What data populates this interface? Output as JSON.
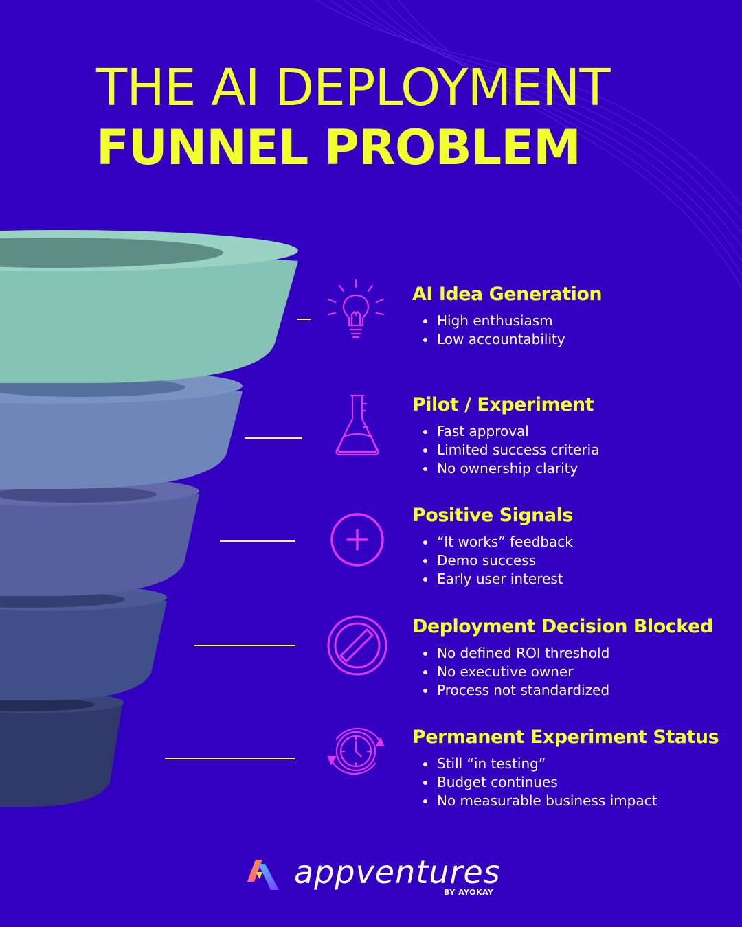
{
  "title": {
    "line1": "THE AI DEPLOYMENT",
    "line2": "FUNNEL PROBLEM"
  },
  "colors": {
    "background": "#3300c2",
    "title": "#f4ff2e",
    "icon": "#e236f5",
    "funnel_levels": [
      "#85c4b4",
      "#6e87b8",
      "#585fa0",
      "#3e4f8a",
      "#2f3868"
    ]
  },
  "stages": [
    {
      "title": "AI Idea Generation",
      "icon": "lightbulb-icon",
      "bullets": [
        "High enthusiasm",
        "Low accountability"
      ]
    },
    {
      "title": "Pilot / Experiment",
      "icon": "flask-icon",
      "bullets": [
        "Fast approval",
        "Limited success criteria",
        "No ownership clarity"
      ]
    },
    {
      "title": "Positive Signals",
      "icon": "plus-circle-icon",
      "bullets": [
        "“It works” feedback",
        "Demo success",
        "Early user interest"
      ]
    },
    {
      "title": "Deployment Decision Blocked",
      "icon": "blocked-icon",
      "bullets": [
        "No defined ROI threshold",
        "No executive owner",
        "Process not standardized"
      ]
    },
    {
      "title": "Permanent Experiment Status",
      "icon": "cycle-clock-icon",
      "bullets": [
        "Still “in testing”",
        "Budget continues",
        "No measurable business impact"
      ]
    }
  ],
  "logo": {
    "name": "appventures",
    "tagline": "BY AYOKAY"
  }
}
